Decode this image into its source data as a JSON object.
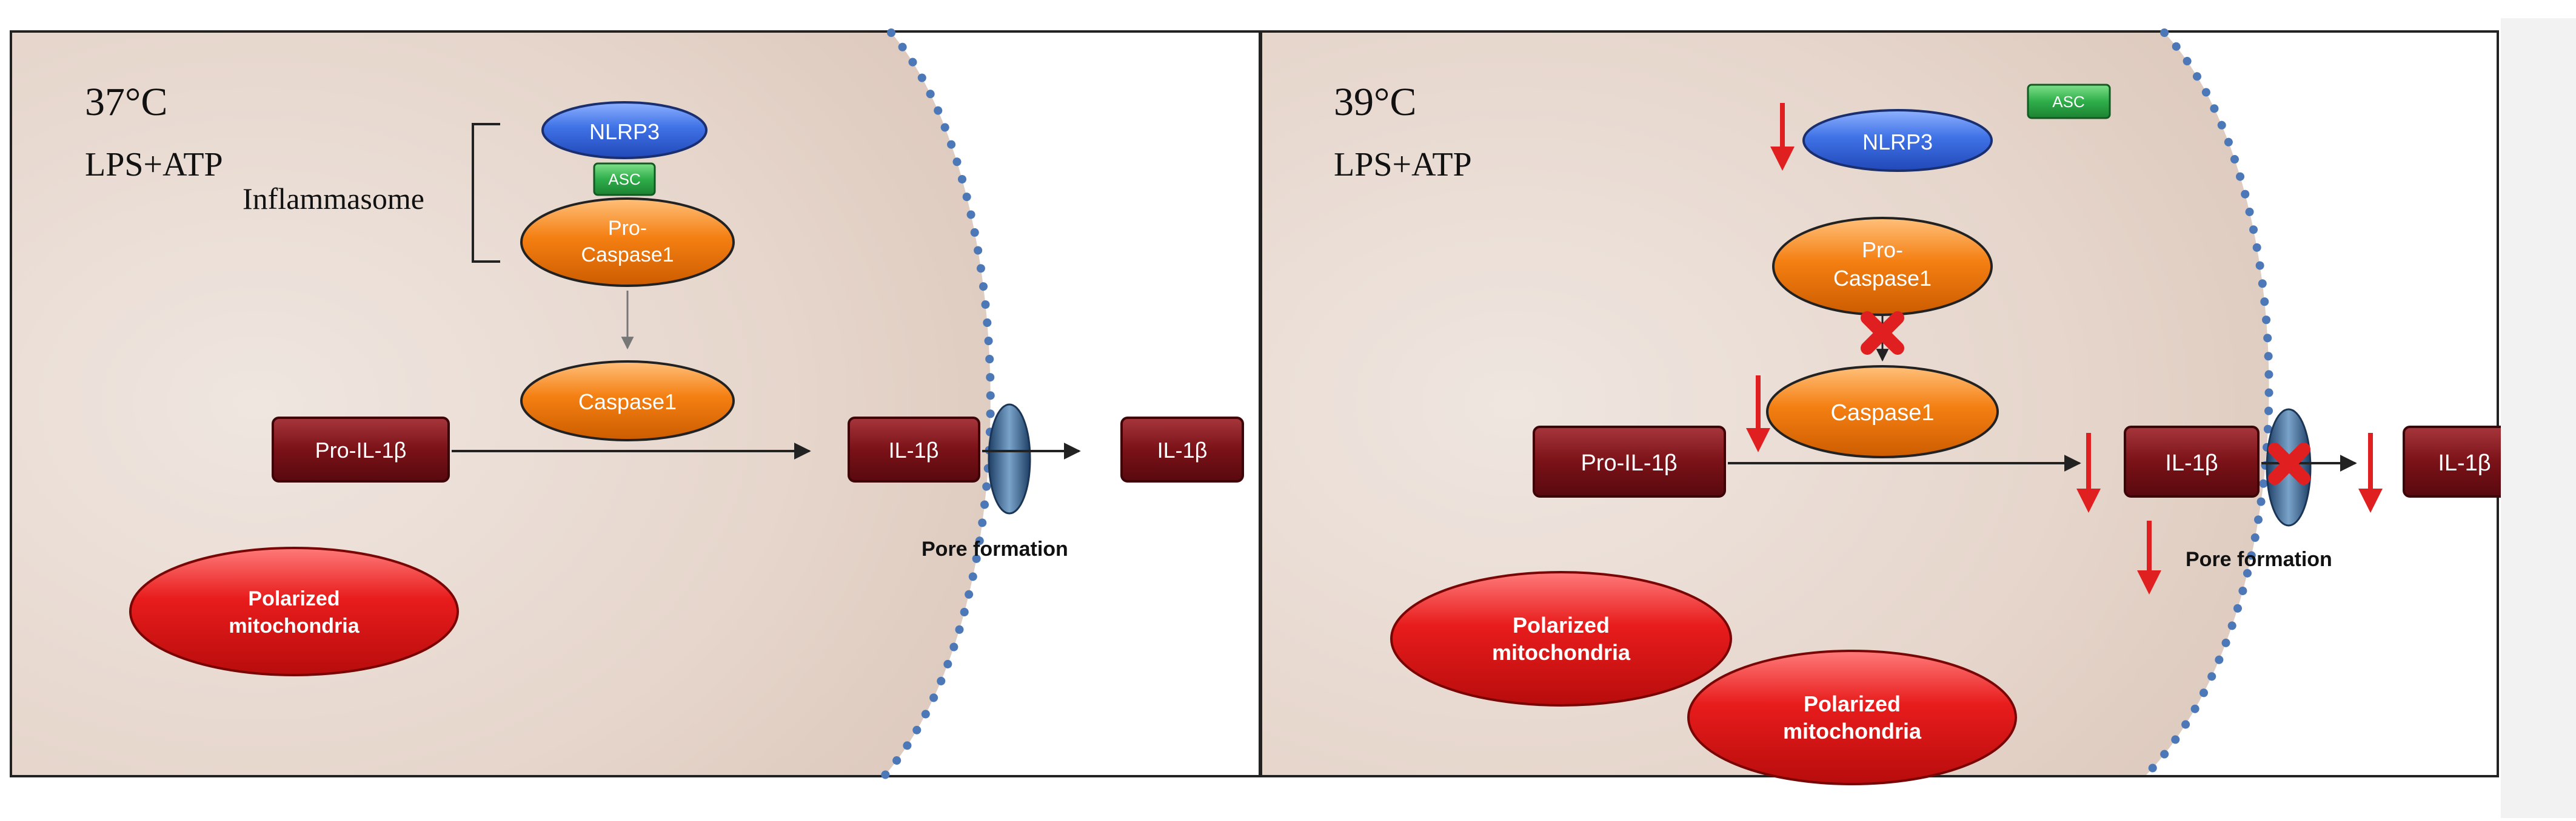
{
  "panels": [
    {
      "temperature": "37°C",
      "stimulus": "LPS+ATP",
      "inflammasome_label": "Inflammasome",
      "nlrp3": "NLRP3",
      "asc": "ASC",
      "pro_caspase_line1": "Pro-",
      "pro_caspase_line2": "Caspase1",
      "caspase1": "Caspase1",
      "pro_il1b": "Pro-IL-1β",
      "il1b_inside": "IL-1β",
      "il1b_outside": "IL-1β",
      "pore_label": "Pore formation",
      "mito_line1": "Polarized",
      "mito_line2": "mitochondria"
    },
    {
      "temperature": "39°C",
      "stimulus": "LPS+ATP",
      "nlrp3": "NLRP3",
      "asc": "ASC",
      "pro_caspase_line1": "Pro-",
      "pro_caspase_line2": "Caspase1",
      "caspase1": "Caspase1",
      "pro_il1b": "Pro-IL-1β",
      "il1b_inside": "IL-1β",
      "il1b_outside": "IL-1β",
      "pore_label": "Pore formation",
      "mito_a_line1": "Polarized",
      "mito_a_line2": "mitochondria",
      "mito_b_line1": "Polarized",
      "mito_b_line2": "mitochondria"
    }
  ],
  "colors": {
    "cytoplasm": "#e4d2c8",
    "cell_edge_dots": "#4d78b8",
    "nlrp3": "#3d6fe0",
    "asc": "#29a845",
    "caspase": "#f07c10",
    "il1b_box": "#7a1218",
    "mitochondria": "#e21818",
    "down_arrow": "#e02020",
    "pore": "#3f6a92"
  }
}
